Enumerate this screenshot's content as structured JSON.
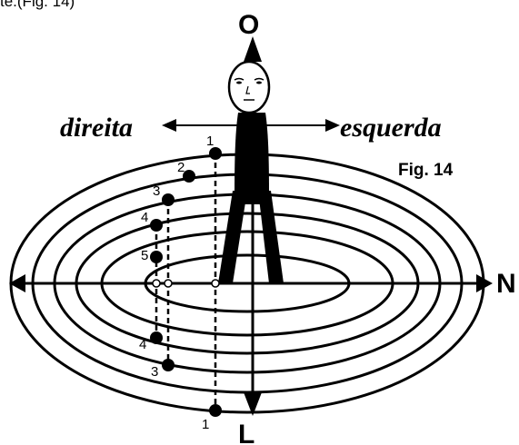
{
  "caption_fragment": "te.(Fig. 14)",
  "figure_label": "Fig. 14",
  "directions": {
    "top": "O",
    "bottom": "L",
    "right": "N",
    "left_word": "direita",
    "right_word": "esquerda"
  },
  "point_labels": {
    "upper": [
      "1",
      "2",
      "3",
      "4",
      "5"
    ],
    "lower": [
      "4",
      "3",
      "1"
    ]
  },
  "colors": {
    "ink": "#000000",
    "paper": "#ffffff"
  },
  "icons": {
    "figure": "person-icon",
    "face": "face-icon"
  }
}
